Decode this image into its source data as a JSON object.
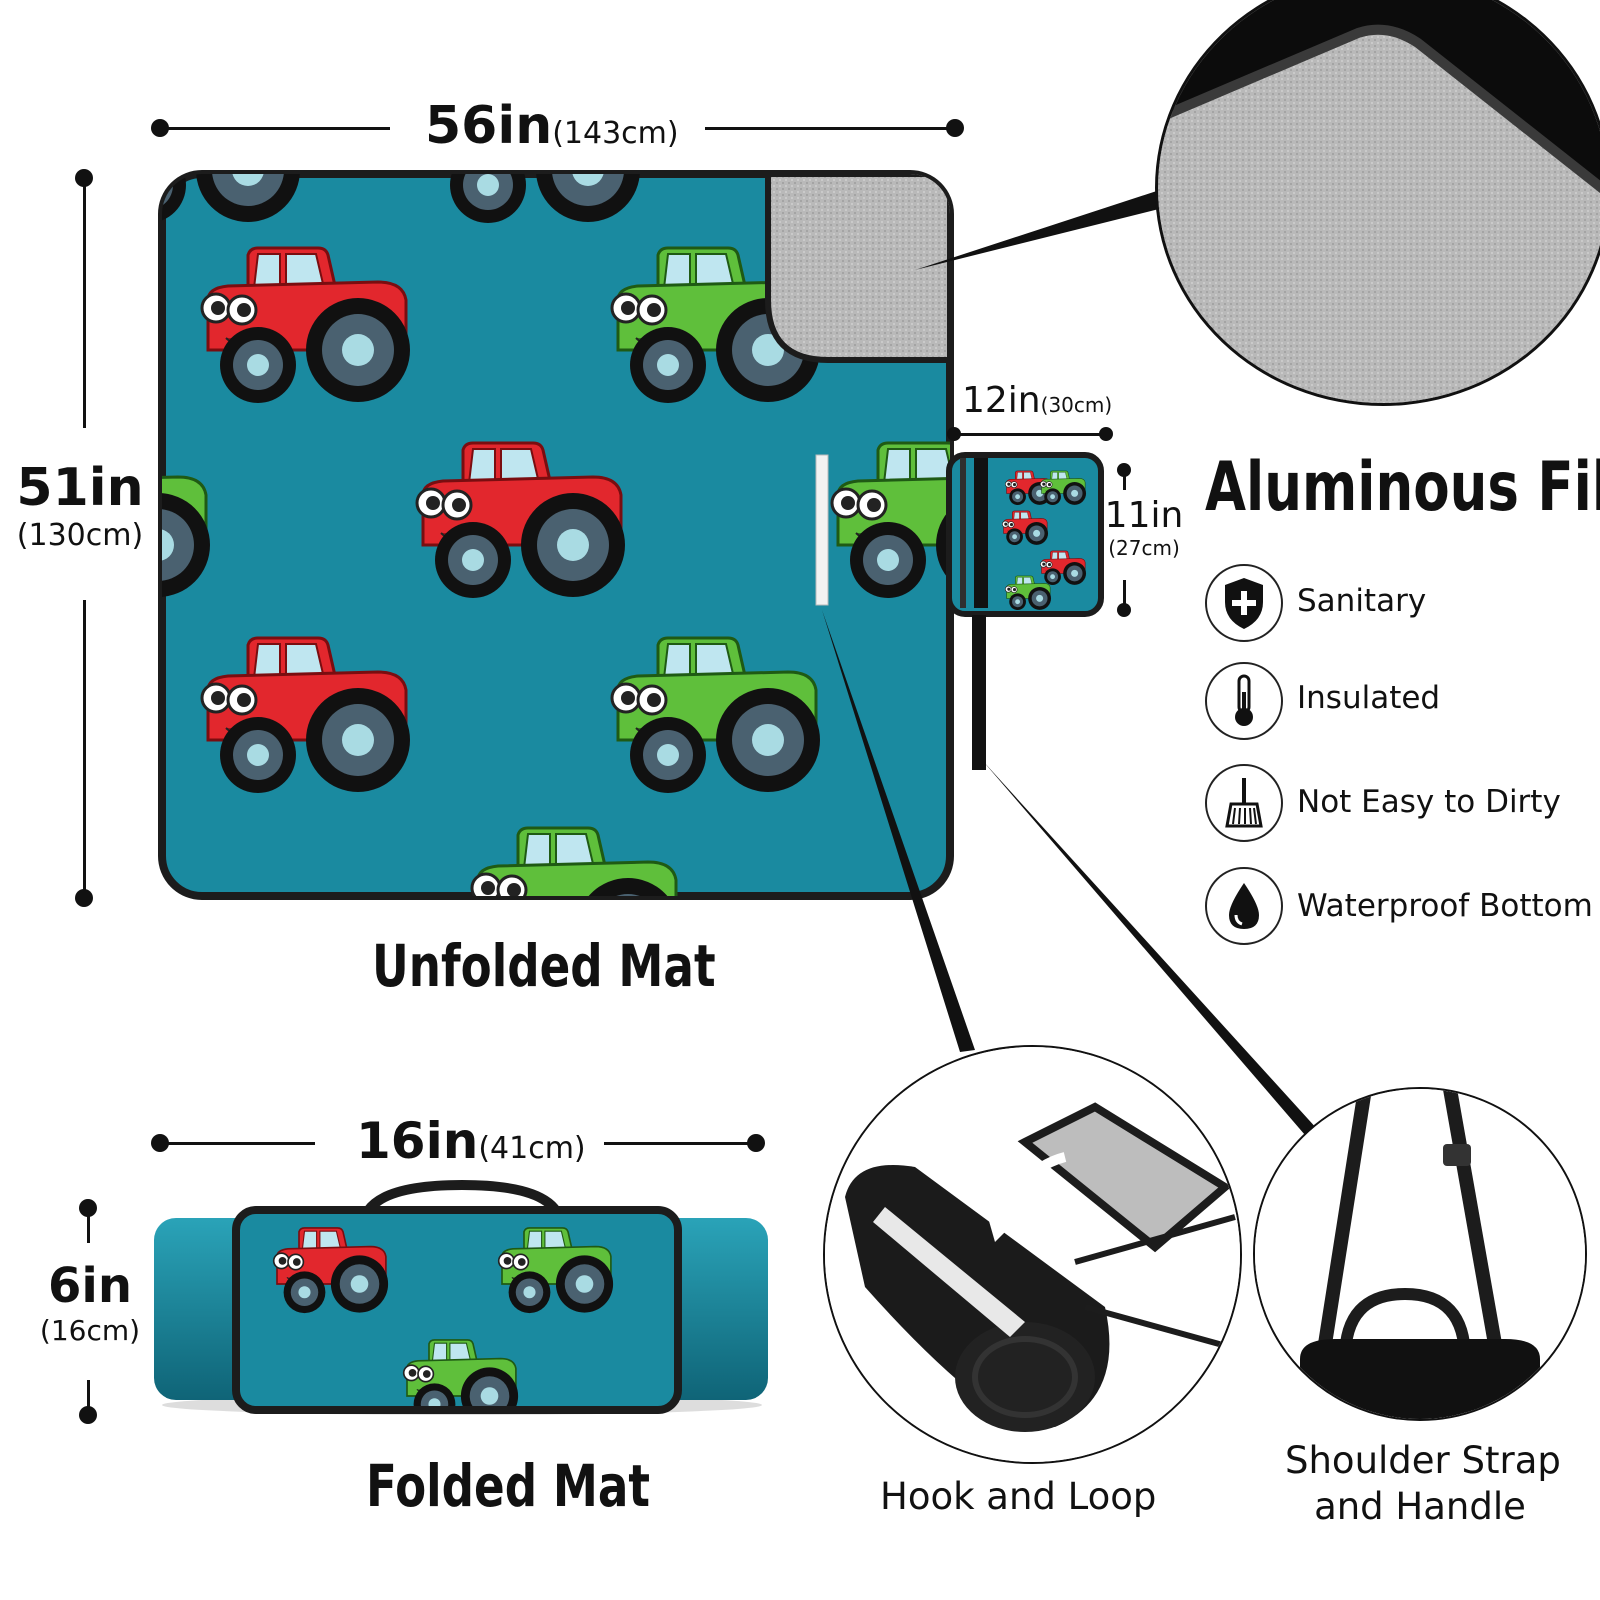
{
  "unfolded": {
    "width_in": "56in",
    "width_cm": "(143cm)",
    "height_in": "51in",
    "height_cm": "(130cm)",
    "label": "Unfolded Mat"
  },
  "small_mat": {
    "width_in": "12in",
    "width_cm": "(30cm)",
    "height_in": "11in",
    "height_cm": "(27cm)"
  },
  "folded": {
    "width_in": "16in",
    "width_cm": "(41cm)",
    "height_in": "6in",
    "height_cm": "(16cm)",
    "label": "Folded Mat"
  },
  "features": {
    "title": "Aluminous Film",
    "items": [
      {
        "label": "Sanitary",
        "icon": "shield-plus-icon"
      },
      {
        "label": "Insulated",
        "icon": "thermometer-icon"
      },
      {
        "label": "Not Easy to Dirty",
        "icon": "broom-icon"
      },
      {
        "label": "Waterproof Bottom",
        "icon": "water-drop-icon"
      }
    ]
  },
  "details": {
    "hook_loop": "Hook and Loop",
    "strap_line1": "Shoulder Strap",
    "strap_line2": "and Handle"
  },
  "colors": {
    "mat_teal": "#1a8aa0",
    "tractor_red": "#d8262c",
    "tractor_green": "#5bb83a",
    "film_gray": "#b5b5b5"
  }
}
